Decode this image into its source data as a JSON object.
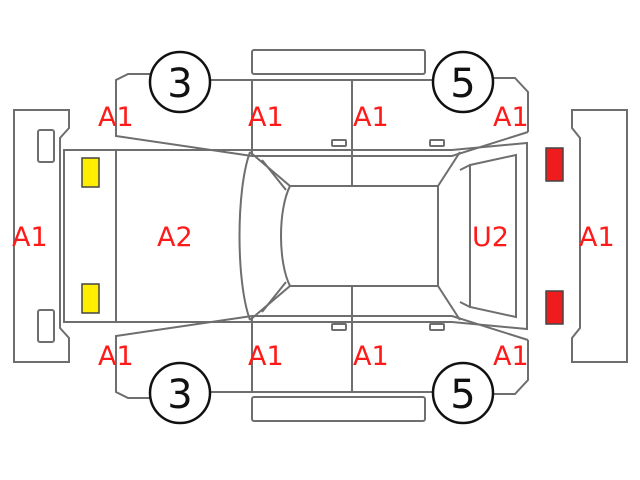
{
  "colors": {
    "outline": "#6e6e6e",
    "label": "#ff1a1a",
    "front_lamp": "#ffee00",
    "rear_lamp": "#ee1c1c"
  },
  "labels": {
    "front_bumper": "A1",
    "hood": "A2",
    "roof": "U2",
    "rear_bumper": "A1",
    "front_fender_top": "A1",
    "front_door_top": "A1",
    "rear_door_top": "A1",
    "rear_fender_top": "A1",
    "front_fender_bottom": "A1",
    "front_door_bottom": "A1",
    "rear_door_bottom": "A1",
    "rear_fender_bottom": "A1"
  },
  "wheels": {
    "front_top": "3",
    "rear_top": "5",
    "front_bottom": "3",
    "rear_bottom": "5"
  }
}
